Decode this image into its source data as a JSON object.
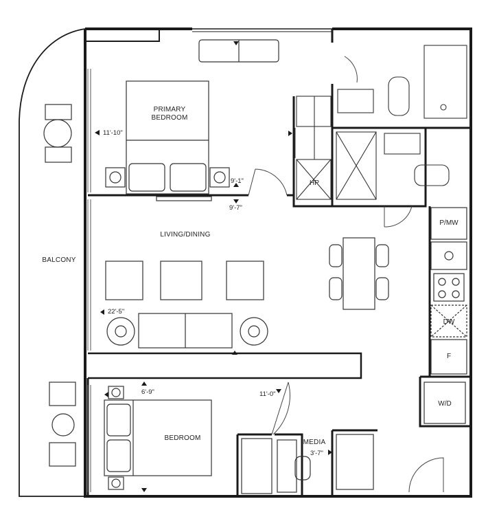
{
  "rooms": {
    "primary_bedroom": "PRIMARY\nBEDROOM",
    "living_dining": "LIVING/DINING",
    "balcony": "BALCONY",
    "bedroom": "BEDROOM",
    "media": "MEDIA"
  },
  "fixtures": {
    "pmw": "P/MW",
    "dw": "DW",
    "fridge": "F",
    "wd": "W/D",
    "hp": "HP"
  },
  "dimensions": {
    "primary_bedroom_width": "11'-10\"",
    "primary_closet_a": "9'-1\"",
    "primary_closet_b": "9'-7\"",
    "living_width": "22'-5\"",
    "bedroom_width": "6'-9\"",
    "bedroom_depth": "11'-0\"",
    "media_width": "3'-7\""
  },
  "colors": {
    "wall": "#1a1a1a",
    "line": "#333333",
    "background": "#ffffff"
  }
}
